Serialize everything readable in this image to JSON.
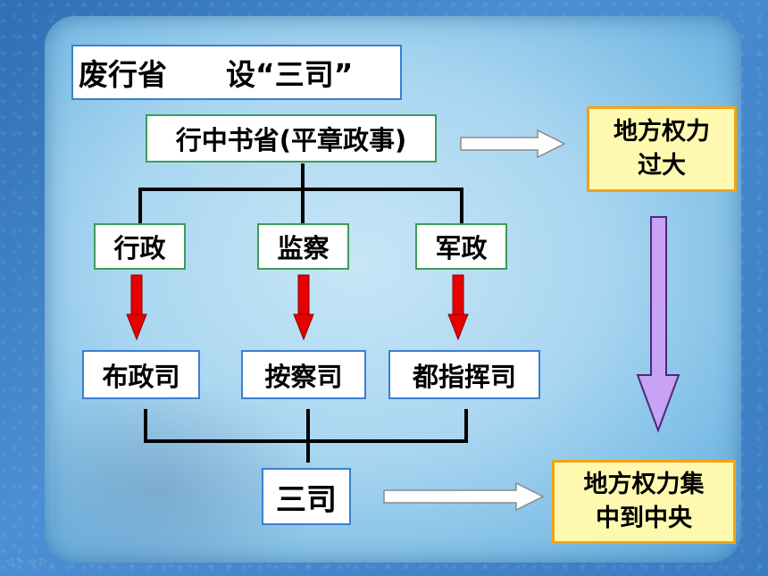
{
  "title": "废行省　　设“三司”",
  "top_node": "行中书省(平章政事)",
  "branches": [
    "行政",
    "监察",
    "军政"
  ],
  "offices": [
    "布政司",
    "按察司",
    "都指挥司"
  ],
  "combined": "三司",
  "result_top_lines": [
    "地方权力",
    "过大"
  ],
  "result_bottom_lines": [
    "地方权力集",
    "中到中央"
  ],
  "nav_icons": [
    "back-icon",
    "pen-icon",
    "menu-icon",
    "forward-icon"
  ]
}
